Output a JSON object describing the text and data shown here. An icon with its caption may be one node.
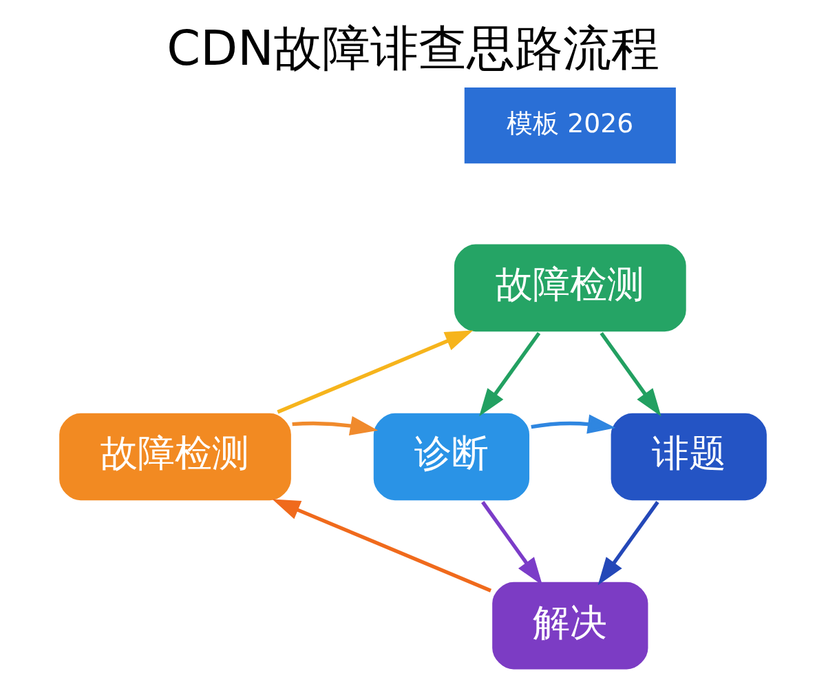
{
  "diagram": {
    "title": "CDN故障诽查思路流程",
    "nodes": [
      {
        "text": [
          "故障检测"
        ]
      },
      {
        "text": [
          "故障检测"
        ]
      },
      {
        "text": [
          "诊断"
        ]
      },
      {
        "text": [
          "诽题"
        ]
      },
      {
        "text": [
          "解决"
        ]
      }
    ],
    "edges": [
      {
        "from": 1,
        "to": 0,
        "arrow": "to",
        "color": "#f6b41c"
      },
      {
        "from": 0,
        "to": 3,
        "arrow": "to",
        "color": "#22a061"
      },
      {
        "from": 0,
        "to": 2,
        "arrow": "to",
        "color": "#22a061"
      },
      {
        "from": 1,
        "to": 2,
        "arrow": "to",
        "color": "#f08a2c"
      },
      {
        "from": 2,
        "to": 3,
        "arrow": "to",
        "color": "#2f86e0"
      },
      {
        "from": 2,
        "to": 4,
        "arrow": "to",
        "color": "#7b3cc8"
      },
      {
        "from": 3,
        "to": 4,
        "arrow": "to",
        "color": "#2448b8"
      },
      {
        "from": 4,
        "to": 1,
        "arrow": "to",
        "color": "#f06a1c"
      }
    ],
    "labels": [
      "模板 2026"
    ]
  }
}
